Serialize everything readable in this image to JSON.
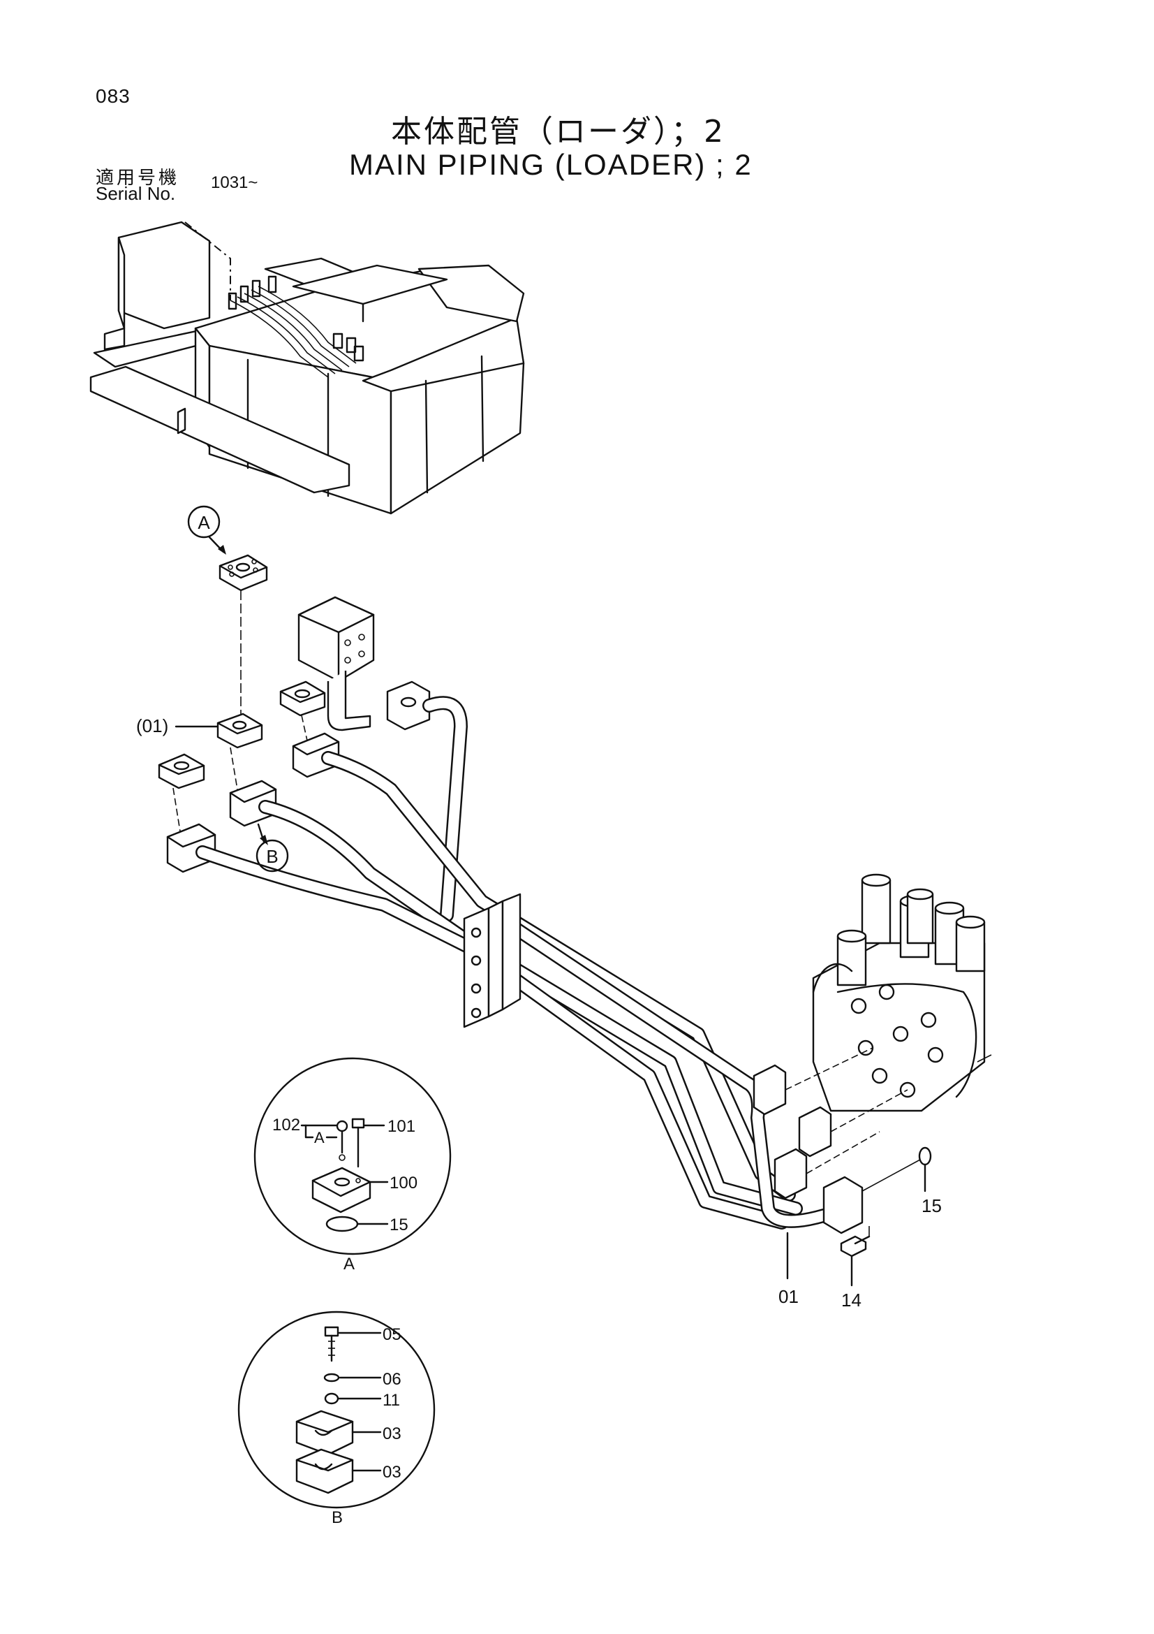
{
  "header": {
    "page_number": "083",
    "title_jp": "本体配管（ローダ）；2",
    "title_en": "MAIN PIPING (LOADER) ; 2",
    "serial_label_jp": "適用号機",
    "serial_label_en": "Serial No.",
    "serial_value": "1031~"
  },
  "callouts": {
    "main_A": "A",
    "main_B": "B",
    "ref_01": "(01)",
    "pipe_01": "01",
    "oring_15": "15",
    "bolt_14": "14"
  },
  "detail_a": {
    "title": "A",
    "sub_label": "A",
    "parts": [
      "102",
      "101",
      "100",
      "15"
    ]
  },
  "detail_b": {
    "title": "B",
    "parts": [
      "05",
      "06",
      "11",
      "03",
      "03"
    ]
  }
}
